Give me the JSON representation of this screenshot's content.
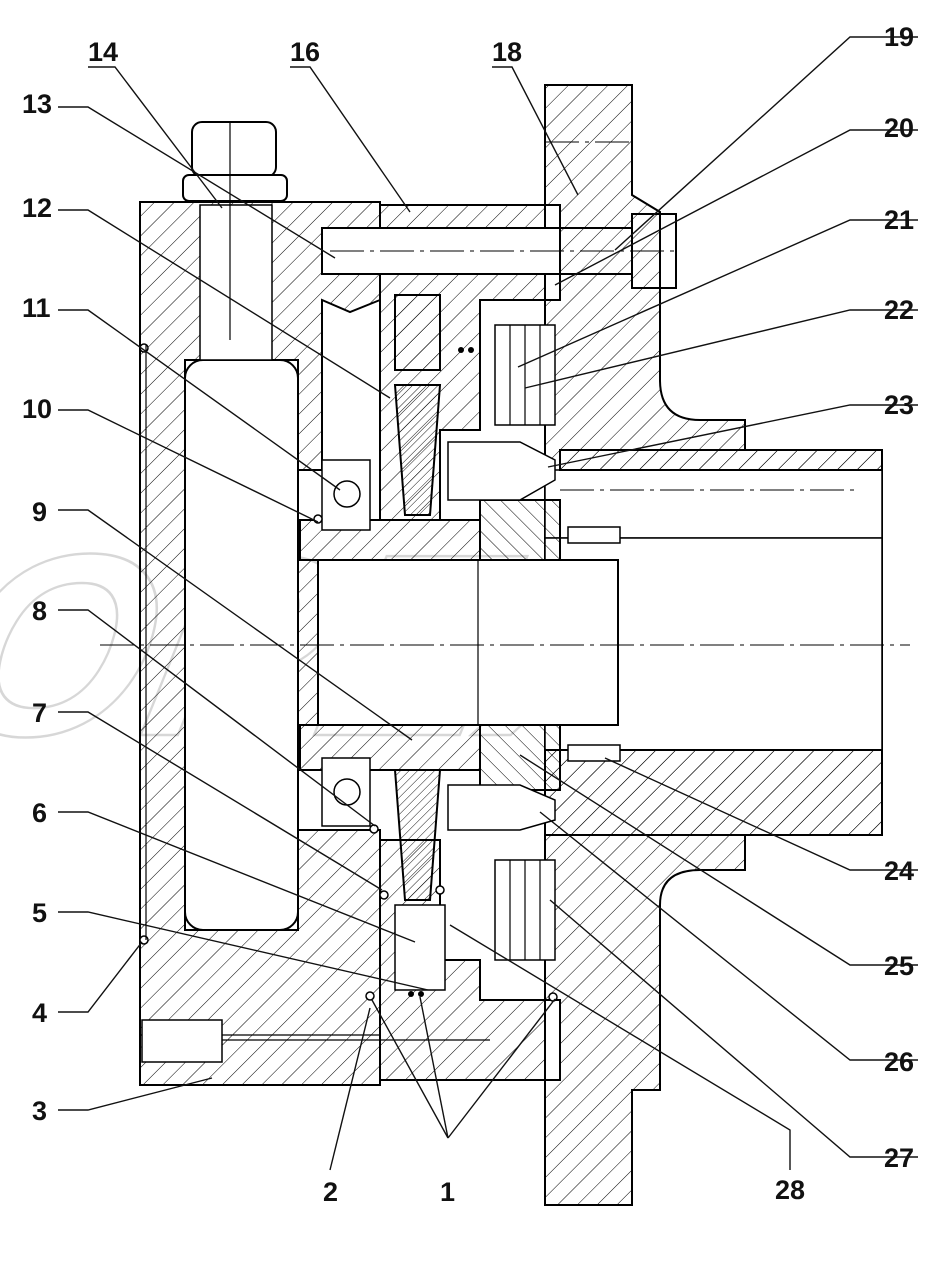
{
  "watermark": "OPEX",
  "callouts": [
    {
      "id": "c14",
      "label": "14"
    },
    {
      "id": "c16",
      "label": "16"
    },
    {
      "id": "c18",
      "label": "18"
    },
    {
      "id": "c19",
      "label": "19"
    },
    {
      "id": "c13",
      "label": "13"
    },
    {
      "id": "c20",
      "label": "20"
    },
    {
      "id": "c12",
      "label": "12"
    },
    {
      "id": "c21",
      "label": "21"
    },
    {
      "id": "c11",
      "label": "11"
    },
    {
      "id": "c22",
      "label": "22"
    },
    {
      "id": "c10",
      "label": "10"
    },
    {
      "id": "c23",
      "label": "23"
    },
    {
      "id": "c9",
      "label": "9"
    },
    {
      "id": "c8",
      "label": "8"
    },
    {
      "id": "c7",
      "label": "7"
    },
    {
      "id": "c6",
      "label": "6"
    },
    {
      "id": "c24",
      "label": "24"
    },
    {
      "id": "c5",
      "label": "5"
    },
    {
      "id": "c25",
      "label": "25"
    },
    {
      "id": "c4",
      "label": "4"
    },
    {
      "id": "c26",
      "label": "26"
    },
    {
      "id": "c3",
      "label": "3"
    },
    {
      "id": "c27",
      "label": "27"
    },
    {
      "id": "c2",
      "label": "2"
    },
    {
      "id": "c1",
      "label": "1"
    },
    {
      "id": "c28",
      "label": "28"
    }
  ]
}
